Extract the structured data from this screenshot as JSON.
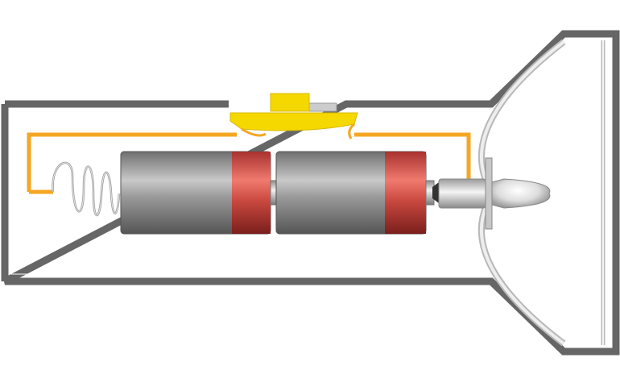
{
  "diagram": {
    "components": {
      "casing": "flashlight-casing",
      "switch": "slide-switch",
      "spring": "contact-spring",
      "battery_left": "battery-cell",
      "battery_right": "battery-cell",
      "bulb": "incandescent-bulb",
      "reflector": "parabolic-reflector",
      "lens": "front-lens",
      "wire": "conductor-strip"
    },
    "colors": {
      "casing": "#666666",
      "casing_light": "#cccccc",
      "wire": "#f5a623",
      "switch": "#f4d800",
      "battery_body": "#8a8a8a",
      "battery_terminal": "#d9534f",
      "reflector": "#dddddd",
      "bulb_glass": "#e8e8e8"
    }
  }
}
